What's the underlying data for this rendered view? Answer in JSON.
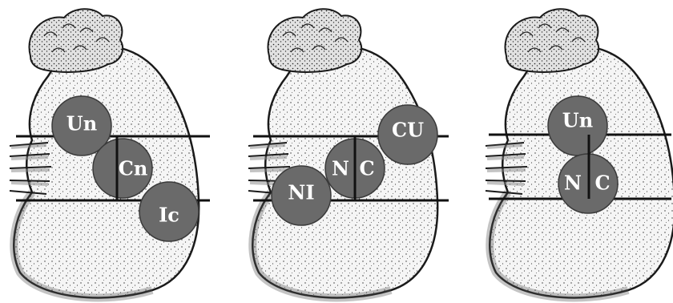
{
  "panels": [
    {
      "name": "panel-1",
      "circles": [
        {
          "id": "un",
          "label": "Un"
        },
        {
          "id": "cn",
          "label": "Cn"
        },
        {
          "id": "ic",
          "label": "Ic"
        }
      ]
    },
    {
      "name": "panel-2",
      "circles": [
        {
          "id": "cu",
          "label": "CU"
        },
        {
          "id": "nc-left",
          "label": "N"
        },
        {
          "id": "nc-right",
          "label": "C"
        },
        {
          "id": "ni",
          "label": "NI"
        }
      ]
    },
    {
      "name": "panel-3",
      "circles": [
        {
          "id": "un",
          "label": "Un"
        },
        {
          "id": "nc-left",
          "label": "N"
        },
        {
          "id": "nc-right",
          "label": "C"
        }
      ]
    }
  ],
  "colors": {
    "circle_fill": "#6a6a6a",
    "circle_stroke": "#3a3a3a",
    "line": "#111111",
    "kidney_outline": "#1a1a1a",
    "kidney_fill": "#f4f4f4"
  }
}
